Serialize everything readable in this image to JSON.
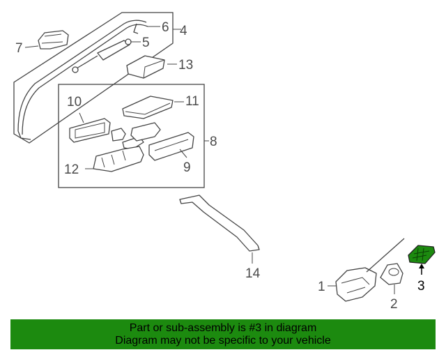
{
  "callouts": {
    "c1": "1",
    "c2": "2",
    "c3": "3",
    "c4": "4",
    "c5": "5",
    "c6": "6",
    "c7": "7",
    "c8": "8",
    "c9": "9",
    "c10": "10",
    "c11": "11",
    "c12": "12",
    "c13": "13",
    "c14": "14"
  },
  "highlighted_part": "3",
  "banner": {
    "line1": "Part or sub-assembly is #3 in diagram",
    "line2": "Diagram may not be specific to your vehicle",
    "color": "#1c8a0f"
  }
}
